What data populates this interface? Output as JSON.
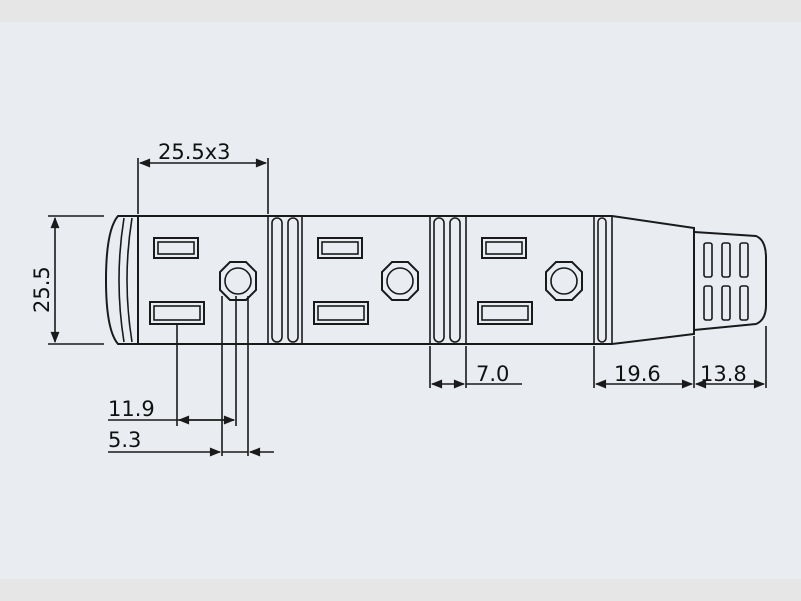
{
  "colors": {
    "panel": "#e9edf2",
    "band": "#e6e6e6",
    "line": "#1a1a1a"
  },
  "dimensions": {
    "top_width": "25.5x3",
    "height": "25.5",
    "slot_offset": "11.9",
    "ground_offset": "5.3",
    "ring_gap": "7.0",
    "cap_length": "19.6",
    "tip_length": "13.8"
  }
}
